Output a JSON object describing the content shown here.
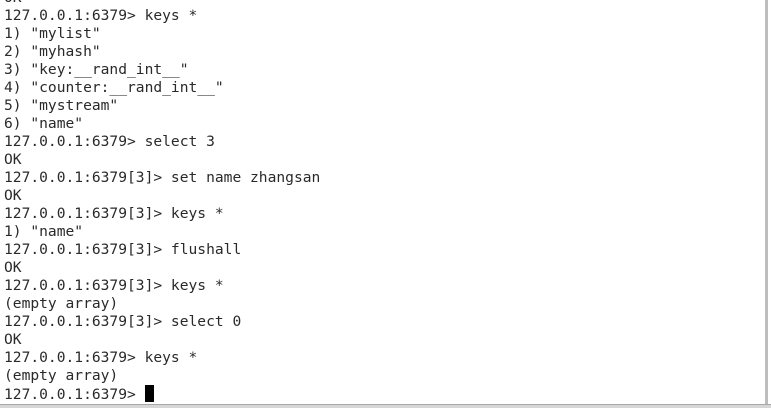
{
  "terminal": {
    "lines": [
      "OK",
      "127.0.0.1:6379> keys *",
      "1) \"mylist\"",
      "2) \"myhash\"",
      "3) \"key:__rand_int__\"",
      "4) \"counter:__rand_int__\"",
      "5) \"mystream\"",
      "6) \"name\"",
      "127.0.0.1:6379> select 3",
      "OK",
      "127.0.0.1:6379[3]> set name zhangsan",
      "OK",
      "127.0.0.1:6379[3]> keys *",
      "1) \"name\"",
      "127.0.0.1:6379[3]> flushall",
      "OK",
      "127.0.0.1:6379[3]> keys *",
      "(empty array)",
      "127.0.0.1:6379[3]> select 0",
      "OK",
      "127.0.0.1:6379> keys *",
      "(empty array)"
    ],
    "prompt": "127.0.0.1:6379>"
  }
}
